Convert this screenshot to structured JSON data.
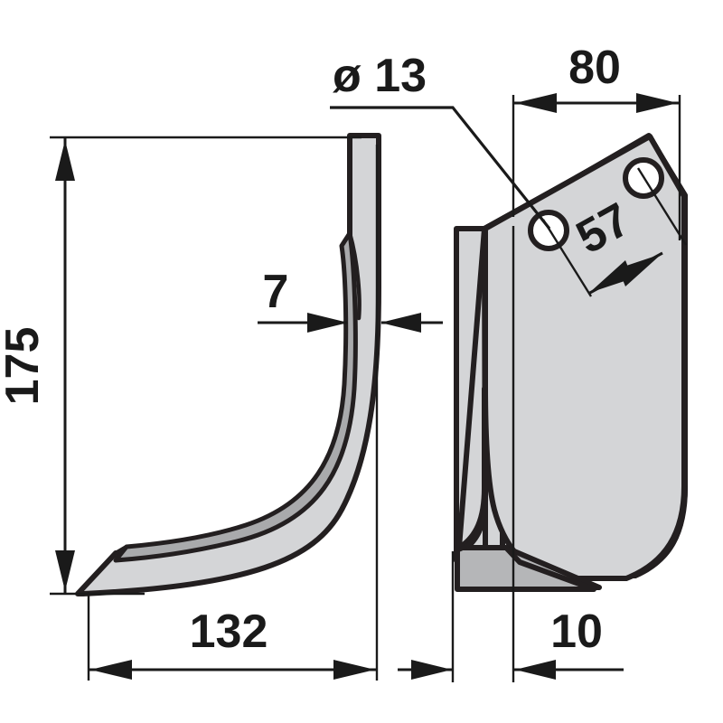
{
  "drawing": {
    "title": "Hoe blade technical drawing",
    "background_color": "#ffffff",
    "line_color": "#231f20",
    "fill_light": "#d5d6d8",
    "fill_mid": "#c1c2c4",
    "fill_dark": "#a9aaac",
    "fill_white": "#ffffff"
  },
  "dimensions": {
    "height_175": "175",
    "length_132": "132",
    "thickness_7": "7",
    "hole_diameter": "ø 13",
    "width_80": "80",
    "hole_spacing_57": "57",
    "thickness_10": "10"
  },
  "views": {
    "side_view": {
      "name": "side-view",
      "labels": [
        "175",
        "132",
        "7"
      ]
    },
    "front_view": {
      "name": "front-view",
      "labels": [
        "80",
        "57",
        "10",
        "ø 13"
      ]
    }
  },
  "features": {
    "hole_left": "mounting-hole-left",
    "hole_right": "mounting-hole-right",
    "hole_count": "2"
  }
}
